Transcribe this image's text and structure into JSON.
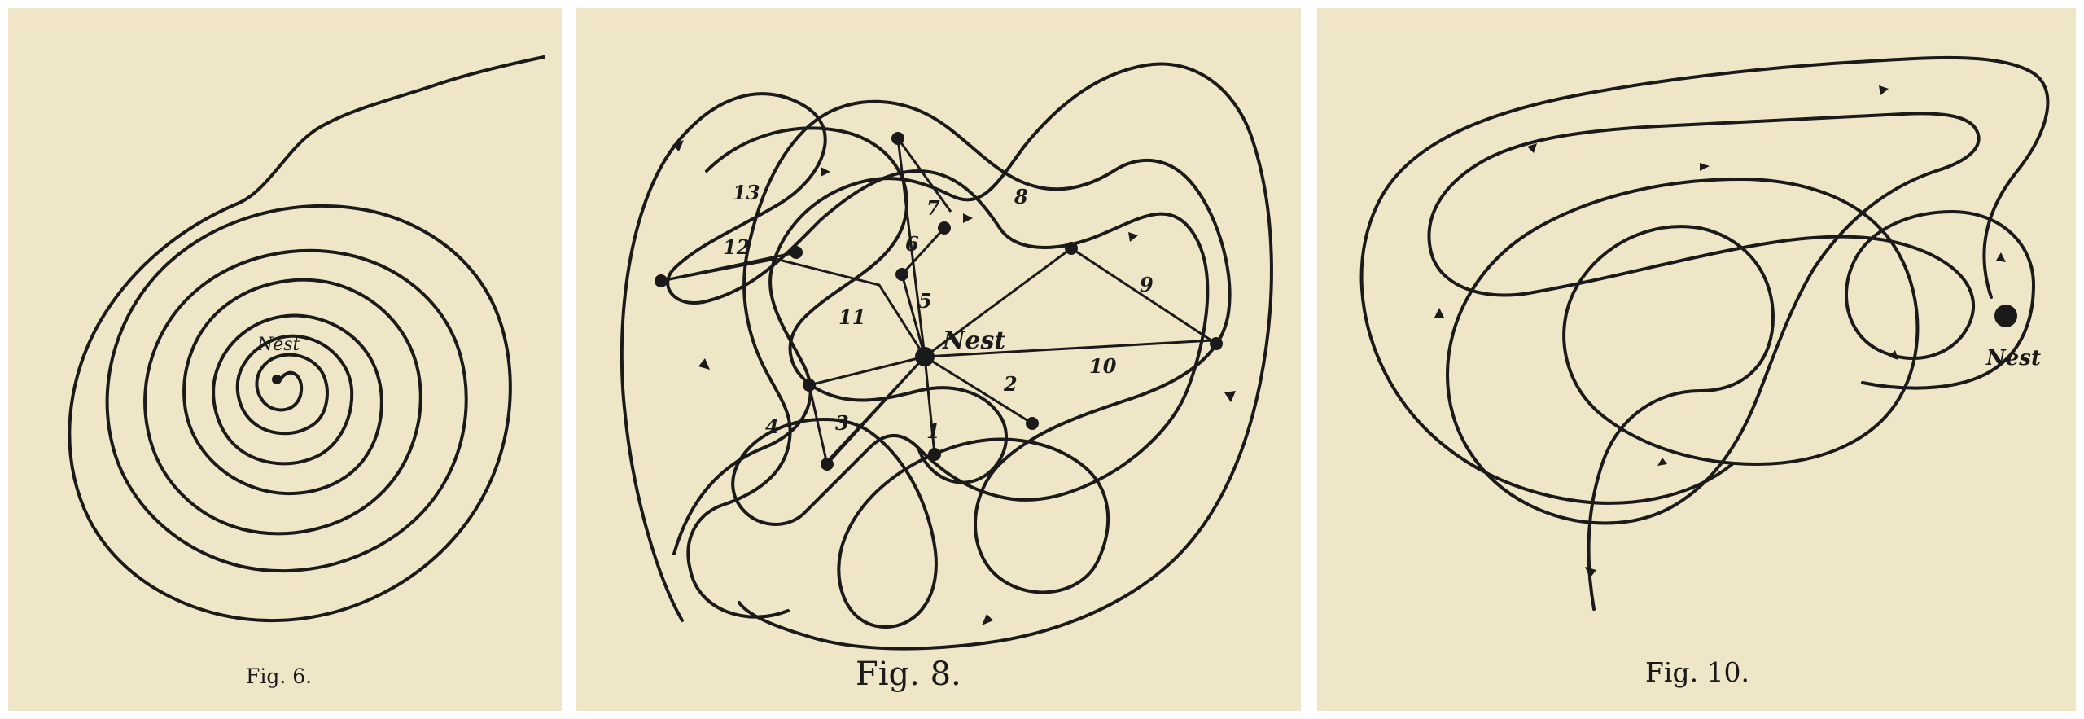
{
  "figures": [
    {
      "id": "fig6",
      "caption": "Fig. 6.",
      "nest_label": "Nest"
    },
    {
      "id": "fig8",
      "caption": "Fig. 8.",
      "nest_label": "Nest",
      "numbers": [
        "1",
        "2",
        "3",
        "4",
        "5",
        "6",
        "7",
        "8",
        "9",
        "10",
        "11",
        "12",
        "13"
      ]
    },
    {
      "id": "fig10",
      "caption": "Fig. 10.",
      "nest_label": "Nest"
    }
  ],
  "colors": {
    "paper": "#efe6c8",
    "ink": "#1a1a1a",
    "bleed": "#d8cba4"
  }
}
